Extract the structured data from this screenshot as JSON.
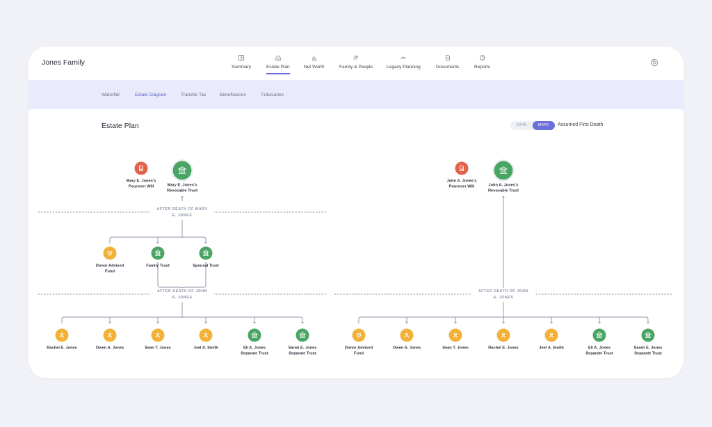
{
  "app": {
    "family_name": "Jones Family"
  },
  "nav": [
    {
      "label": "Summary",
      "icon": "summary-icon",
      "active": false
    },
    {
      "label": "Estate Plan",
      "icon": "home-icon",
      "active": true
    },
    {
      "label": "Net Worth",
      "icon": "bar-chart-icon",
      "active": false
    },
    {
      "label": "Family & People",
      "icon": "people-icon",
      "active": false
    },
    {
      "label": "Legacy Planning",
      "icon": "legacy-icon",
      "active": false
    },
    {
      "label": "Documents",
      "icon": "document-icon",
      "active": false
    },
    {
      "label": "Reports",
      "icon": "pie-chart-icon",
      "active": false
    }
  ],
  "subnav": [
    {
      "label": "Waterfall",
      "active": false
    },
    {
      "label": "Estate Diagram",
      "active": true
    },
    {
      "label": "Transfer Tax",
      "active": false
    },
    {
      "label": "Beneficiaries",
      "active": false
    },
    {
      "label": "Fiduciaries",
      "active": false
    }
  ],
  "page": {
    "title": "Estate Plan",
    "toggle": {
      "options": [
        "JOHN",
        "MARY"
      ],
      "selected": "MARY",
      "caption": "Assumed First Death"
    }
  },
  "colors": {
    "accent": "#6b6fd9",
    "will": "#e0634a",
    "trust": "#4aa564",
    "person": "#f2b138",
    "subnav_bg": "#e9eafb"
  },
  "diagram": {
    "left": {
      "top": [
        {
          "label": [
            "Mary E. Jones's",
            "Pourover Will"
          ],
          "kind": "will"
        },
        {
          "label": [
            "Mary E. Jones's",
            "Revocable Trust"
          ],
          "kind": "trust"
        }
      ],
      "divider1": [
        "AFTER DEATH OF MARY",
        "E. JONES"
      ],
      "mid": [
        {
          "label": [
            "Donor Advised",
            "Fund"
          ],
          "kind": "fund"
        },
        {
          "label": [
            "Family Trust"
          ],
          "kind": "trust"
        },
        {
          "label": [
            "Spousal Trust"
          ],
          "kind": "trust"
        }
      ],
      "divider2": [
        "AFTER DEATH OF JOHN",
        "A. JONES"
      ],
      "bottom": [
        {
          "label": [
            "Rachel E. Jones"
          ],
          "kind": "person"
        },
        {
          "label": [
            "Owen A. Jones"
          ],
          "kind": "person"
        },
        {
          "label": [
            "Sean T. Jones"
          ],
          "kind": "person"
        },
        {
          "label": [
            "Joel A. Smith"
          ],
          "kind": "person"
        },
        {
          "label": [
            "Eli A. Jones",
            "Separate Trust"
          ],
          "kind": "trust"
        },
        {
          "label": [
            "Sarah E. Jones",
            "Separate Trust"
          ],
          "kind": "trust"
        }
      ]
    },
    "right": {
      "top": [
        {
          "label": [
            "John A. Jones's",
            "Pourover Will"
          ],
          "kind": "will"
        },
        {
          "label": [
            "John A. Jones's",
            "Revocable Trust"
          ],
          "kind": "trust"
        }
      ],
      "divider": [
        "AFTER DEATH OF JOHN",
        "A. JONES"
      ],
      "bottom": [
        {
          "label": [
            "Donor Advised",
            "Fund"
          ],
          "kind": "fund"
        },
        {
          "label": [
            "Owen A. Jones"
          ],
          "kind": "person"
        },
        {
          "label": [
            "Sean T. Jones"
          ],
          "kind": "person"
        },
        {
          "label": [
            "Rachel E. Jones"
          ],
          "kind": "person"
        },
        {
          "label": [
            "Joel A. Smith"
          ],
          "kind": "person"
        },
        {
          "label": [
            "Eli A. Jones",
            "Separate Trust"
          ],
          "kind": "trust"
        },
        {
          "label": [
            "Sarah E. Jones",
            "Separate Trust"
          ],
          "kind": "trust"
        }
      ]
    }
  }
}
